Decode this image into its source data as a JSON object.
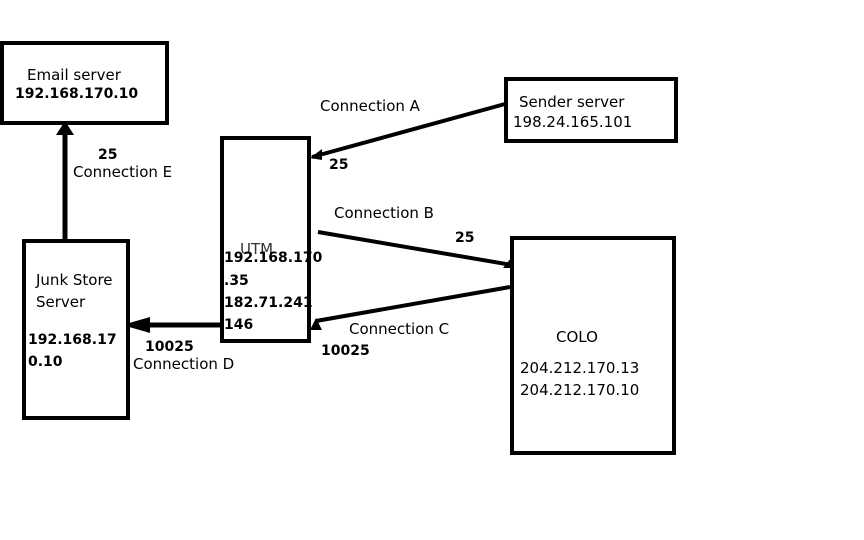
{
  "nodes": {
    "email_server": {
      "name": "Email server",
      "ip": "192.168.170.10"
    },
    "sender_server": {
      "name": "Sender server",
      "ip": "198.24.165.101"
    },
    "utm": {
      "name": "UTM",
      "ip_lines": [
        "192.168.170",
        ".35",
        "182.71.241",
        "146"
      ]
    },
    "junk_store": {
      "name_lines": [
        "Junk Store",
        "Server"
      ],
      "ip_lines": [
        "192.168.17",
        "0.10"
      ]
    },
    "colo": {
      "name": "COLO",
      "ips": [
        "204.212.170.13",
        "204.212.170.10"
      ]
    }
  },
  "connections": {
    "a": {
      "label": "Connection A",
      "port": "25"
    },
    "b": {
      "label": "Connection B",
      "port": "25"
    },
    "c": {
      "label": "Connection C",
      "port": "10025"
    },
    "d": {
      "label": "Connection D",
      "port": "10025"
    },
    "e": {
      "label": "Connection E",
      "port": "25"
    }
  }
}
